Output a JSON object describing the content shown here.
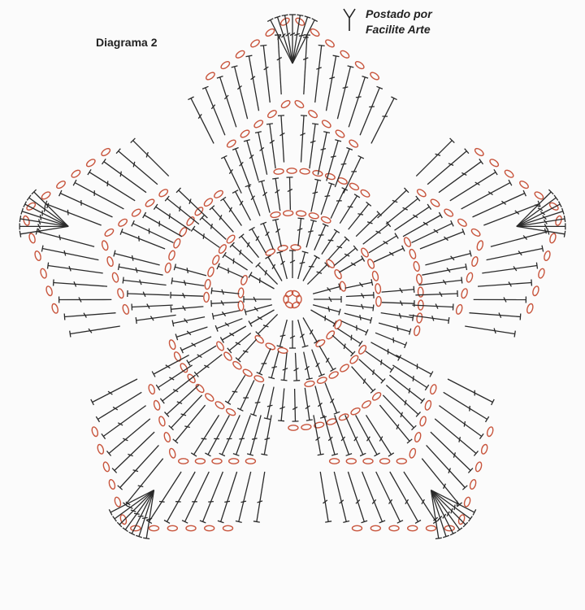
{
  "diagram": {
    "title": "Diagrama 2",
    "credit_line1": "Postado por",
    "credit_line2": "Facilite Arte",
    "stitch_color": "#2a2a2a",
    "chain_color": "#c8553d",
    "background": "#fbfbfb",
    "icons": [
      "start-arrow-icon"
    ]
  }
}
